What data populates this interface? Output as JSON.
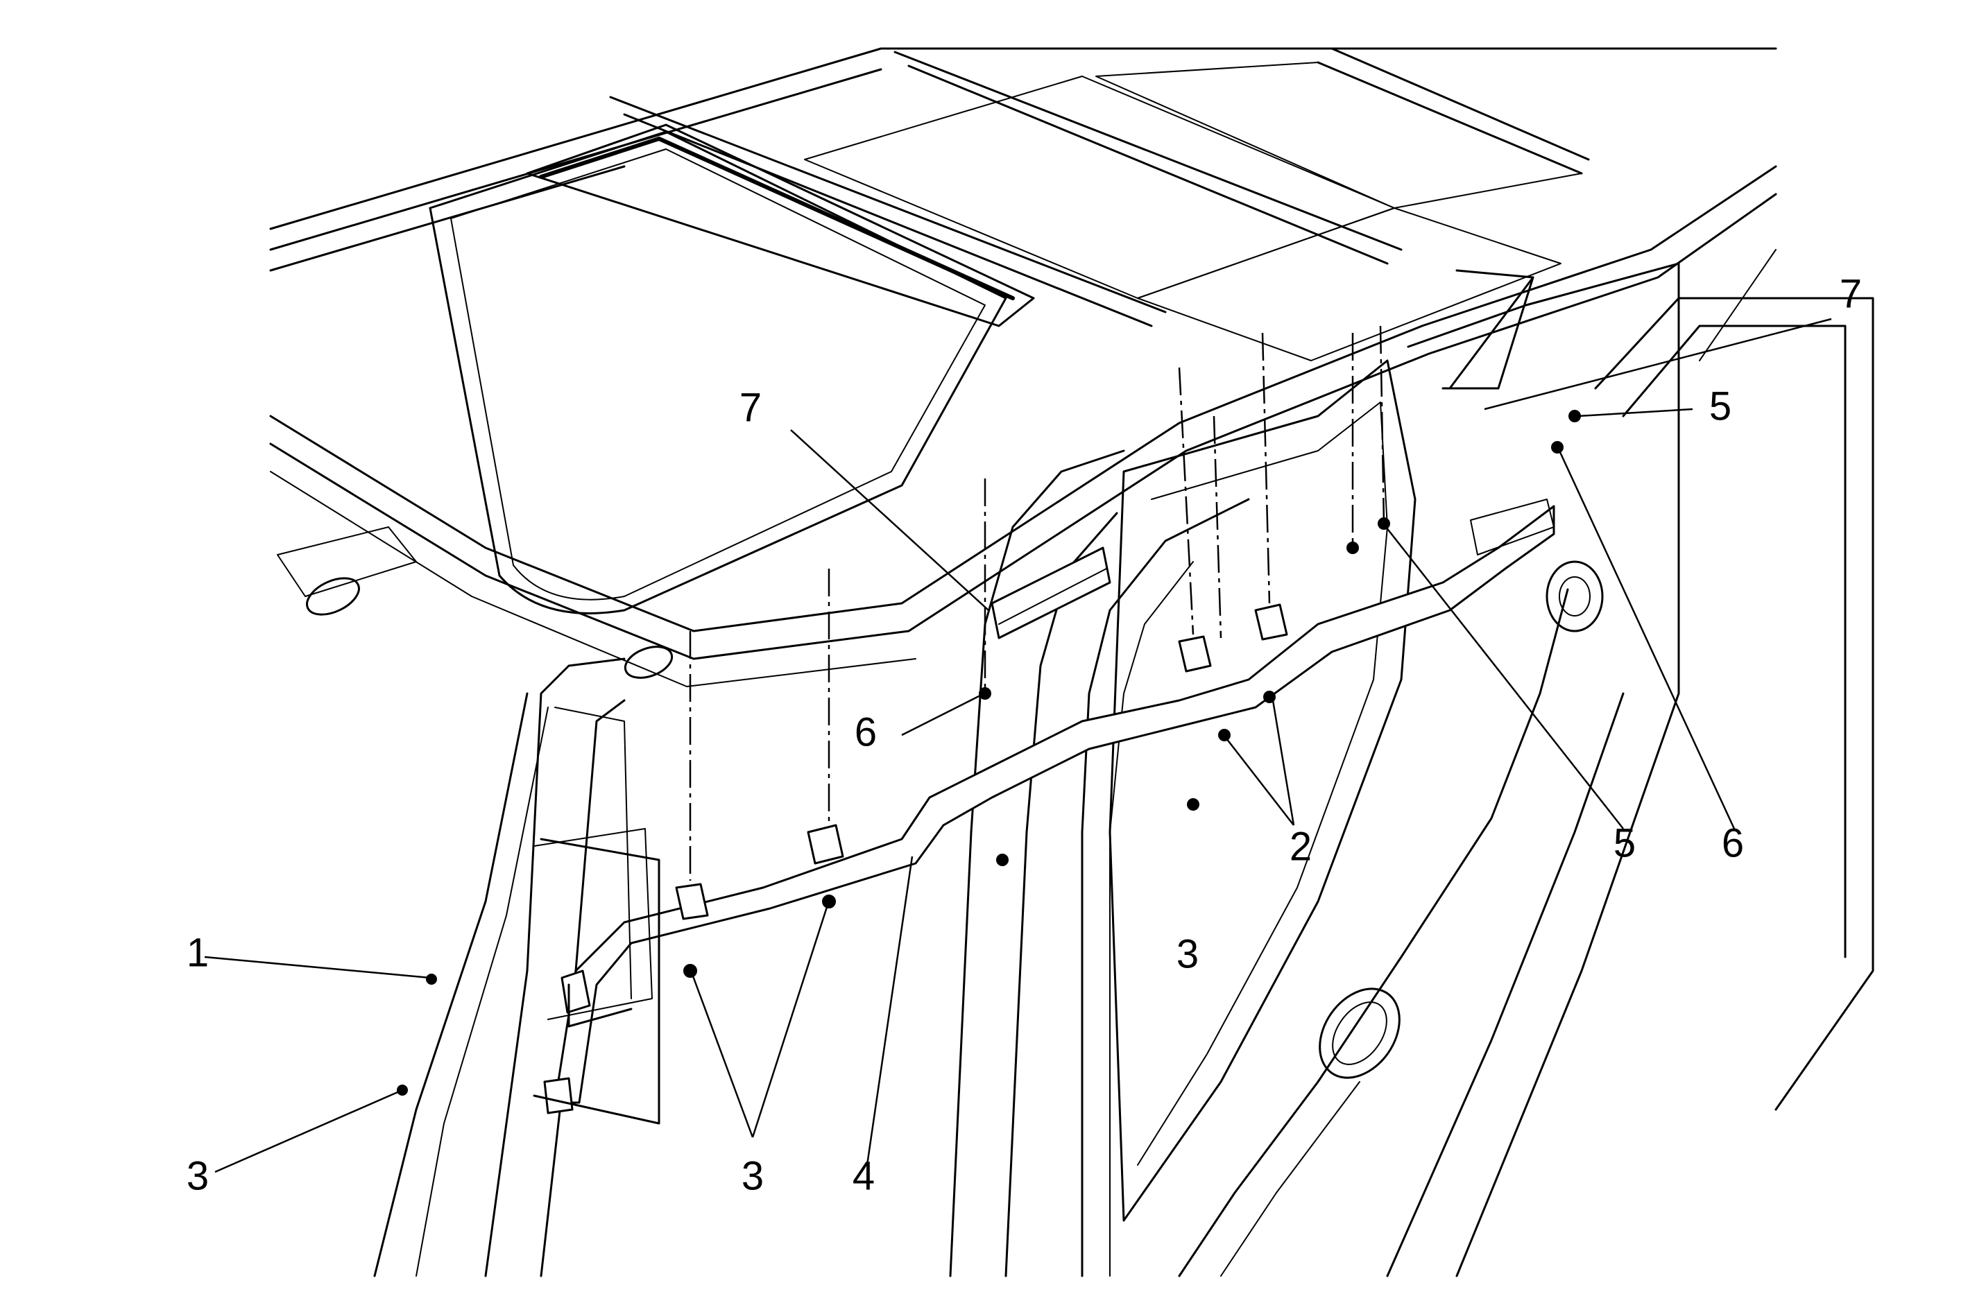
{
  "callouts": [
    {
      "id": "1",
      "label": "1"
    },
    {
      "id": "2",
      "label": "2"
    },
    {
      "id": "3a",
      "label": "3"
    },
    {
      "id": "3b",
      "label": "3"
    },
    {
      "id": "3c",
      "label": "3"
    },
    {
      "id": "4",
      "label": "4"
    },
    {
      "id": "5a",
      "label": "5"
    },
    {
      "id": "5b",
      "label": "5"
    },
    {
      "id": "6a",
      "label": "6"
    },
    {
      "id": "6b",
      "label": "6"
    },
    {
      "id": "7a",
      "label": "7"
    },
    {
      "id": "7b",
      "label": "7"
    }
  ]
}
